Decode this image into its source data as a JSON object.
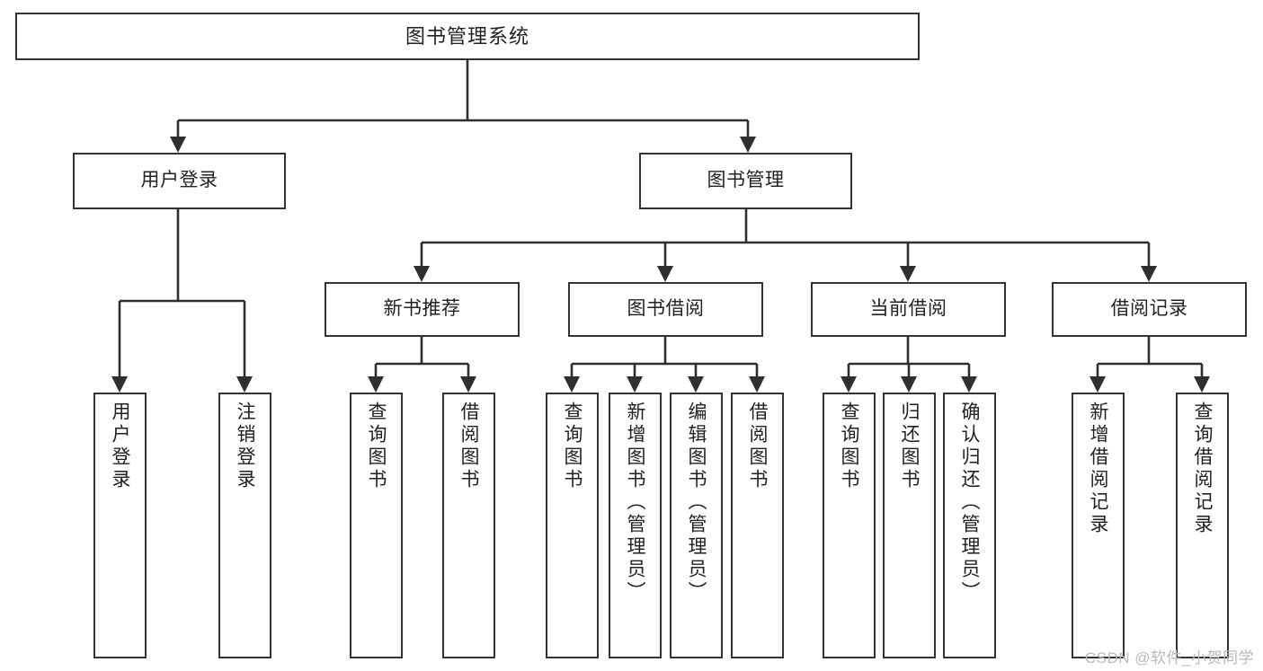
{
  "diagram": {
    "title": "图书管理系统",
    "type": "tree",
    "background_color": "#ffffff",
    "line_color": "#2f2f2f",
    "box_border_color": "#333333",
    "text_color": "#222222"
  },
  "nodes": {
    "root": {
      "label": "图书管理系统",
      "level": 1,
      "orientation": "horizontal"
    },
    "l2": [
      {
        "id": "user-login",
        "label": "用户登录",
        "level": 2,
        "orientation": "horizontal"
      },
      {
        "id": "book-manage",
        "label": "图书管理",
        "level": 2,
        "orientation": "horizontal"
      }
    ],
    "l3": [
      {
        "id": "new-book-recommend",
        "label": "新书推荐",
        "level": 3,
        "orientation": "horizontal"
      },
      {
        "id": "book-borrow",
        "label": "图书借阅",
        "level": 3,
        "orientation": "horizontal"
      },
      {
        "id": "current-borrow",
        "label": "当前借阅",
        "level": 3,
        "orientation": "horizontal"
      },
      {
        "id": "borrow-record",
        "label": "借阅记录",
        "level": 3,
        "orientation": "horizontal"
      }
    ],
    "leaves": [
      {
        "id": "leaf-user-login",
        "label": "用户登录",
        "parent": "user-login",
        "orientation": "vertical"
      },
      {
        "id": "leaf-user-logout",
        "label": "注销登录",
        "parent": "user-login",
        "orientation": "vertical"
      },
      {
        "id": "leaf-query-book-1",
        "label": "查询图书",
        "parent": "new-book-recommend",
        "orientation": "vertical"
      },
      {
        "id": "leaf-borrow-book-1",
        "label": "借阅图书",
        "parent": "new-book-recommend",
        "orientation": "vertical"
      },
      {
        "id": "leaf-query-book-2",
        "label": "查询图书",
        "parent": "book-borrow",
        "orientation": "vertical"
      },
      {
        "id": "leaf-add-book",
        "label": "新增图书（管理员）",
        "parent": "book-borrow",
        "orientation": "vertical"
      },
      {
        "id": "leaf-edit-book",
        "label": "编辑图书（管理员）",
        "parent": "book-borrow",
        "orientation": "vertical"
      },
      {
        "id": "leaf-borrow-book-2",
        "label": "借阅图书",
        "parent": "book-borrow",
        "orientation": "vertical"
      },
      {
        "id": "leaf-query-book-3",
        "label": "查询图书",
        "parent": "current-borrow",
        "orientation": "vertical"
      },
      {
        "id": "leaf-return-book",
        "label": "归还图书",
        "parent": "current-borrow",
        "orientation": "vertical"
      },
      {
        "id": "leaf-confirm-return",
        "label": "确认归还（管理员）",
        "parent": "current-borrow",
        "orientation": "vertical"
      },
      {
        "id": "leaf-add-record",
        "label": "新增借阅记录",
        "parent": "borrow-record",
        "orientation": "vertical"
      },
      {
        "id": "leaf-query-record",
        "label": "查询借阅记录",
        "parent": "borrow-record",
        "orientation": "vertical"
      }
    ]
  },
  "watermark": {
    "text": "CSDN @软件_小贺同学"
  }
}
